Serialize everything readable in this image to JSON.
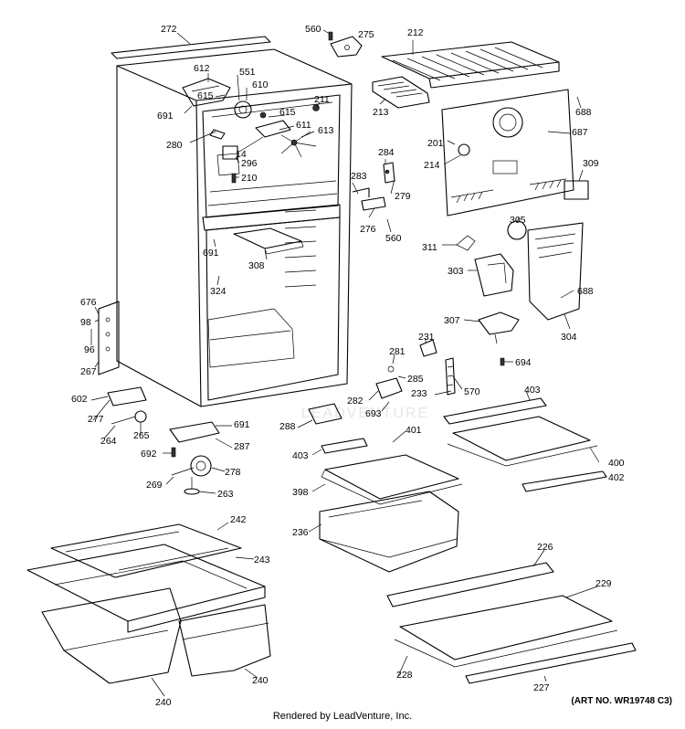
{
  "diagram": {
    "callouts": [
      {
        "id": "c272",
        "text": "272"
      },
      {
        "id": "c560a",
        "text": "560"
      },
      {
        "id": "c275",
        "text": "275"
      },
      {
        "id": "c212",
        "text": "212"
      },
      {
        "id": "c612",
        "text": "612"
      },
      {
        "id": "c551",
        "text": "551"
      },
      {
        "id": "c610",
        "text": "610"
      },
      {
        "id": "c615a",
        "text": "615"
      },
      {
        "id": "c691a",
        "text": "691"
      },
      {
        "id": "c211",
        "text": "211"
      },
      {
        "id": "c213",
        "text": "213"
      },
      {
        "id": "c688a",
        "text": "688"
      },
      {
        "id": "c615b",
        "text": "615"
      },
      {
        "id": "c611",
        "text": "611"
      },
      {
        "id": "c687",
        "text": "687"
      },
      {
        "id": "c613",
        "text": "613"
      },
      {
        "id": "c280",
        "text": "280"
      },
      {
        "id": "c14",
        "text": "14"
      },
      {
        "id": "c201",
        "text": "201"
      },
      {
        "id": "c284",
        "text": "284"
      },
      {
        "id": "c214",
        "text": "214"
      },
      {
        "id": "c296",
        "text": "296"
      },
      {
        "id": "c309",
        "text": "309"
      },
      {
        "id": "c210",
        "text": "210"
      },
      {
        "id": "c283",
        "text": "283"
      },
      {
        "id": "c279",
        "text": "279"
      },
      {
        "id": "c276",
        "text": "276"
      },
      {
        "id": "c305",
        "text": "305"
      },
      {
        "id": "c560b",
        "text": "560"
      },
      {
        "id": "c691b",
        "text": "691"
      },
      {
        "id": "c311",
        "text": "311"
      },
      {
        "id": "c308",
        "text": "308"
      },
      {
        "id": "c303",
        "text": "303"
      },
      {
        "id": "c324",
        "text": "324"
      },
      {
        "id": "c688b",
        "text": "688"
      },
      {
        "id": "c676",
        "text": "676"
      },
      {
        "id": "c98",
        "text": "98"
      },
      {
        "id": "c307",
        "text": "307"
      },
      {
        "id": "c96",
        "text": "96"
      },
      {
        "id": "c304",
        "text": "304"
      },
      {
        "id": "c231",
        "text": "231"
      },
      {
        "id": "c694",
        "text": "694"
      },
      {
        "id": "c267",
        "text": "267"
      },
      {
        "id": "c281",
        "text": "281"
      },
      {
        "id": "c285",
        "text": "285"
      },
      {
        "id": "c570",
        "text": "570"
      },
      {
        "id": "c602",
        "text": "602"
      },
      {
        "id": "c233",
        "text": "233"
      },
      {
        "id": "c282",
        "text": "282"
      },
      {
        "id": "c403a",
        "text": "403"
      },
      {
        "id": "c277",
        "text": "277"
      },
      {
        "id": "c693",
        "text": "693"
      },
      {
        "id": "c264",
        "text": "264"
      },
      {
        "id": "c265",
        "text": "265"
      },
      {
        "id": "c691c",
        "text": "691"
      },
      {
        "id": "c288",
        "text": "288"
      },
      {
        "id": "c401",
        "text": "401"
      },
      {
        "id": "c287",
        "text": "287"
      },
      {
        "id": "c692",
        "text": "692"
      },
      {
        "id": "c403b",
        "text": "403"
      },
      {
        "id": "c400",
        "text": "400"
      },
      {
        "id": "c278",
        "text": "278"
      },
      {
        "id": "c402",
        "text": "402"
      },
      {
        "id": "c269",
        "text": "269"
      },
      {
        "id": "c398",
        "text": "398"
      },
      {
        "id": "c263",
        "text": "263"
      },
      {
        "id": "c242",
        "text": "242"
      },
      {
        "id": "c236",
        "text": "236"
      },
      {
        "id": "c226",
        "text": "226"
      },
      {
        "id": "c243",
        "text": "243"
      },
      {
        "id": "c229",
        "text": "229"
      },
      {
        "id": "c228",
        "text": "228"
      },
      {
        "id": "c240a",
        "text": "240"
      },
      {
        "id": "c240b",
        "text": "240"
      },
      {
        "id": "c227",
        "text": "227"
      }
    ],
    "art_number": "(ART NO. WR19748 C3)",
    "footer": "Rendered by LeadVenture, Inc.",
    "watermark": "LEADVENTURE"
  }
}
